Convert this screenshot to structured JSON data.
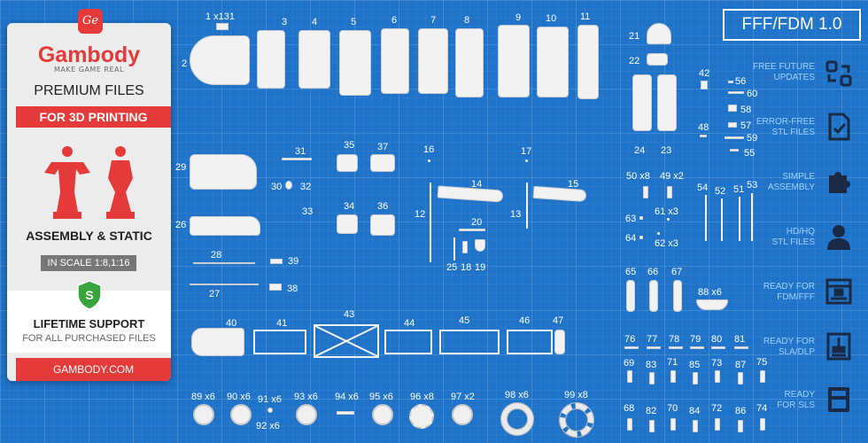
{
  "brand": {
    "logo": "Ge",
    "name": "Gambody",
    "tagline": "MAKE GAME REAL",
    "premium": "PREMIUM FILES",
    "for3d": "FOR 3D PRINTING",
    "assembly": "ASSEMBLY & STATIC",
    "scale": "IN SCALE 1:8,1:16",
    "shield_letter": "S",
    "lifetime": "LIFETIME SUPPORT",
    "allfiles": "FOR ALL PURCHASED FILES",
    "site": "GAMBODY.COM"
  },
  "version": "FFF/FDM 1.0",
  "features": [
    {
      "l1": "FREE FUTURE",
      "l2": "UPDATES",
      "icon": "refresh-icon"
    },
    {
      "l1": "ERROR-FREE",
      "l2": "STL FILES",
      "icon": "file-check-icon"
    },
    {
      "l1": "SIMPLE",
      "l2": "ASSEMBLY",
      "icon": "puzzle-icon"
    },
    {
      "l1": "HD/HQ",
      "l2": "STL FILES",
      "icon": "bust-icon"
    },
    {
      "l1": "READY FOR",
      "l2": "FDM/FFF",
      "icon": "fdm-printer-icon"
    },
    {
      "l1": "READY FOR",
      "l2": "SLA/DLP",
      "icon": "sla-printer-icon"
    },
    {
      "l1": "READY",
      "l2": "FOR SLS",
      "icon": "sls-printer-icon"
    }
  ],
  "parts": {
    "p1": "1 x131",
    "p2": "2",
    "p3": "3",
    "p4": "4",
    "p5": "5",
    "p6": "6",
    "p7": "7",
    "p8": "8",
    "p9": "9",
    "p10": "10",
    "p11": "11",
    "p12": "12",
    "p13": "13",
    "p14": "14",
    "p15": "15",
    "p16": "16",
    "p17": "17",
    "p18": "18",
    "p19": "19",
    "p20": "20",
    "p21": "21",
    "p22": "22",
    "p23": "23",
    "p24": "24",
    "p25": "25",
    "p26": "26",
    "p27": "27",
    "p28": "28",
    "p29": "29",
    "p30": "30",
    "p31": "31",
    "p32": "32",
    "p33": "33",
    "p34": "34",
    "p35": "35",
    "p36": "36",
    "p37": "37",
    "p38": "38",
    "p39": "39",
    "p40": "40",
    "p41": "41",
    "p42": "42",
    "p43": "43",
    "p44": "44",
    "p45": "45",
    "p46": "46",
    "p47": "47",
    "p48": "48",
    "p49": "49 x2",
    "p50": "50 x8",
    "p51": "51",
    "p52": "52",
    "p53": "53",
    "p54": "54",
    "p55": "55",
    "p56": "56",
    "p57": "57",
    "p58": "58",
    "p59": "59",
    "p60": "60",
    "p61": "61 x3",
    "p62": "62 x3",
    "p63": "63",
    "p64": "64",
    "p65": "65",
    "p66": "66",
    "p67": "67",
    "p68": "68",
    "p69": "69",
    "p70": "70",
    "p71": "71",
    "p72": "72",
    "p73": "73",
    "p74": "74",
    "p75": "75",
    "p76": "76",
    "p77": "77",
    "p78": "78",
    "p79": "79",
    "p80": "80",
    "p81": "81",
    "p82": "82",
    "p83": "83",
    "p84": "84",
    "p85": "85",
    "p86": "86",
    "p87": "87",
    "p88": "88 x6",
    "p89": "89 x6",
    "p90": "90 x6",
    "p91": "91 x6",
    "p92": "92 x6",
    "p93": "93 x6",
    "p94": "94 x6",
    "p95": "95 x6",
    "p96": "96 x8",
    "p97": "97 x2",
    "p98": "98 x6",
    "p99": "99 x8"
  }
}
